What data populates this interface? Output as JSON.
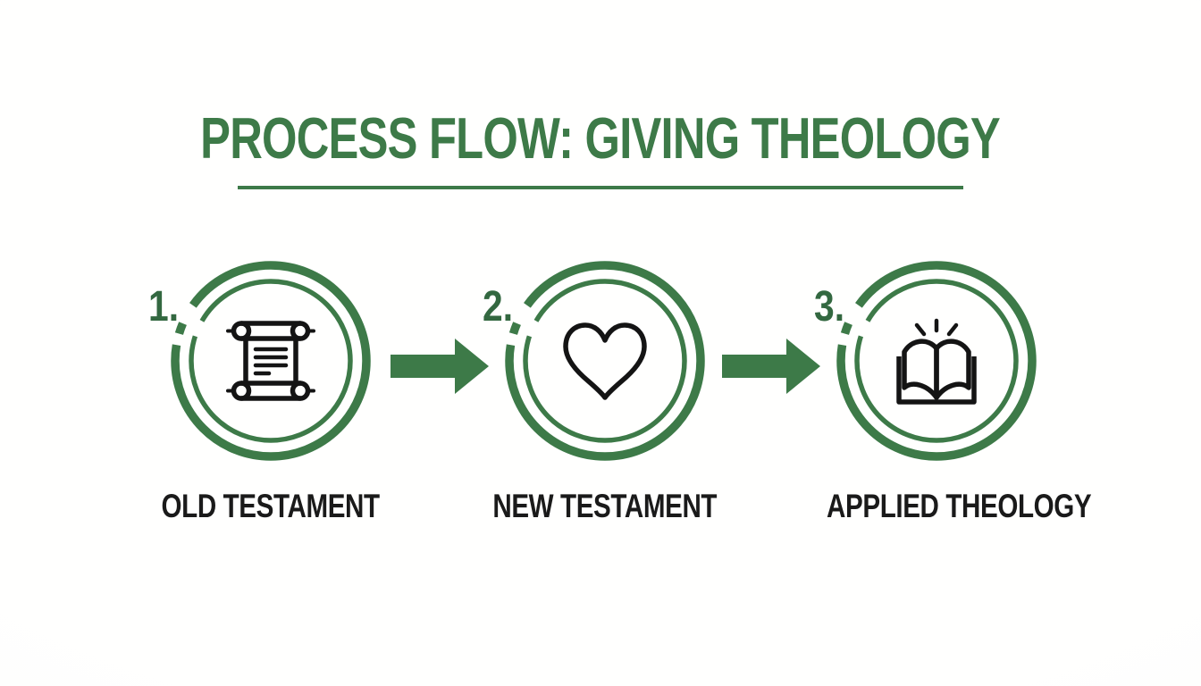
{
  "title": {
    "text": "PROCESS FLOW: GIVING THEOLOGY"
  },
  "colors": {
    "accent_green": "#3d7a48",
    "number_green": "#336840",
    "icon_black": "#141414",
    "label_black": "#1a1a1a",
    "background": "#fdfdfc"
  },
  "steps": [
    {
      "number": "1.",
      "label": "OLD TESTAMENT",
      "icon": "scroll-icon"
    },
    {
      "number": "2.",
      "label": "NEW TESTAMENT",
      "icon": "heart-icon"
    },
    {
      "number": "3.",
      "label": "APPLIED THEOLOGY",
      "icon": "open-book-icon"
    }
  ],
  "connectors": [
    {
      "type": "arrow-right"
    },
    {
      "type": "arrow-right"
    }
  ]
}
